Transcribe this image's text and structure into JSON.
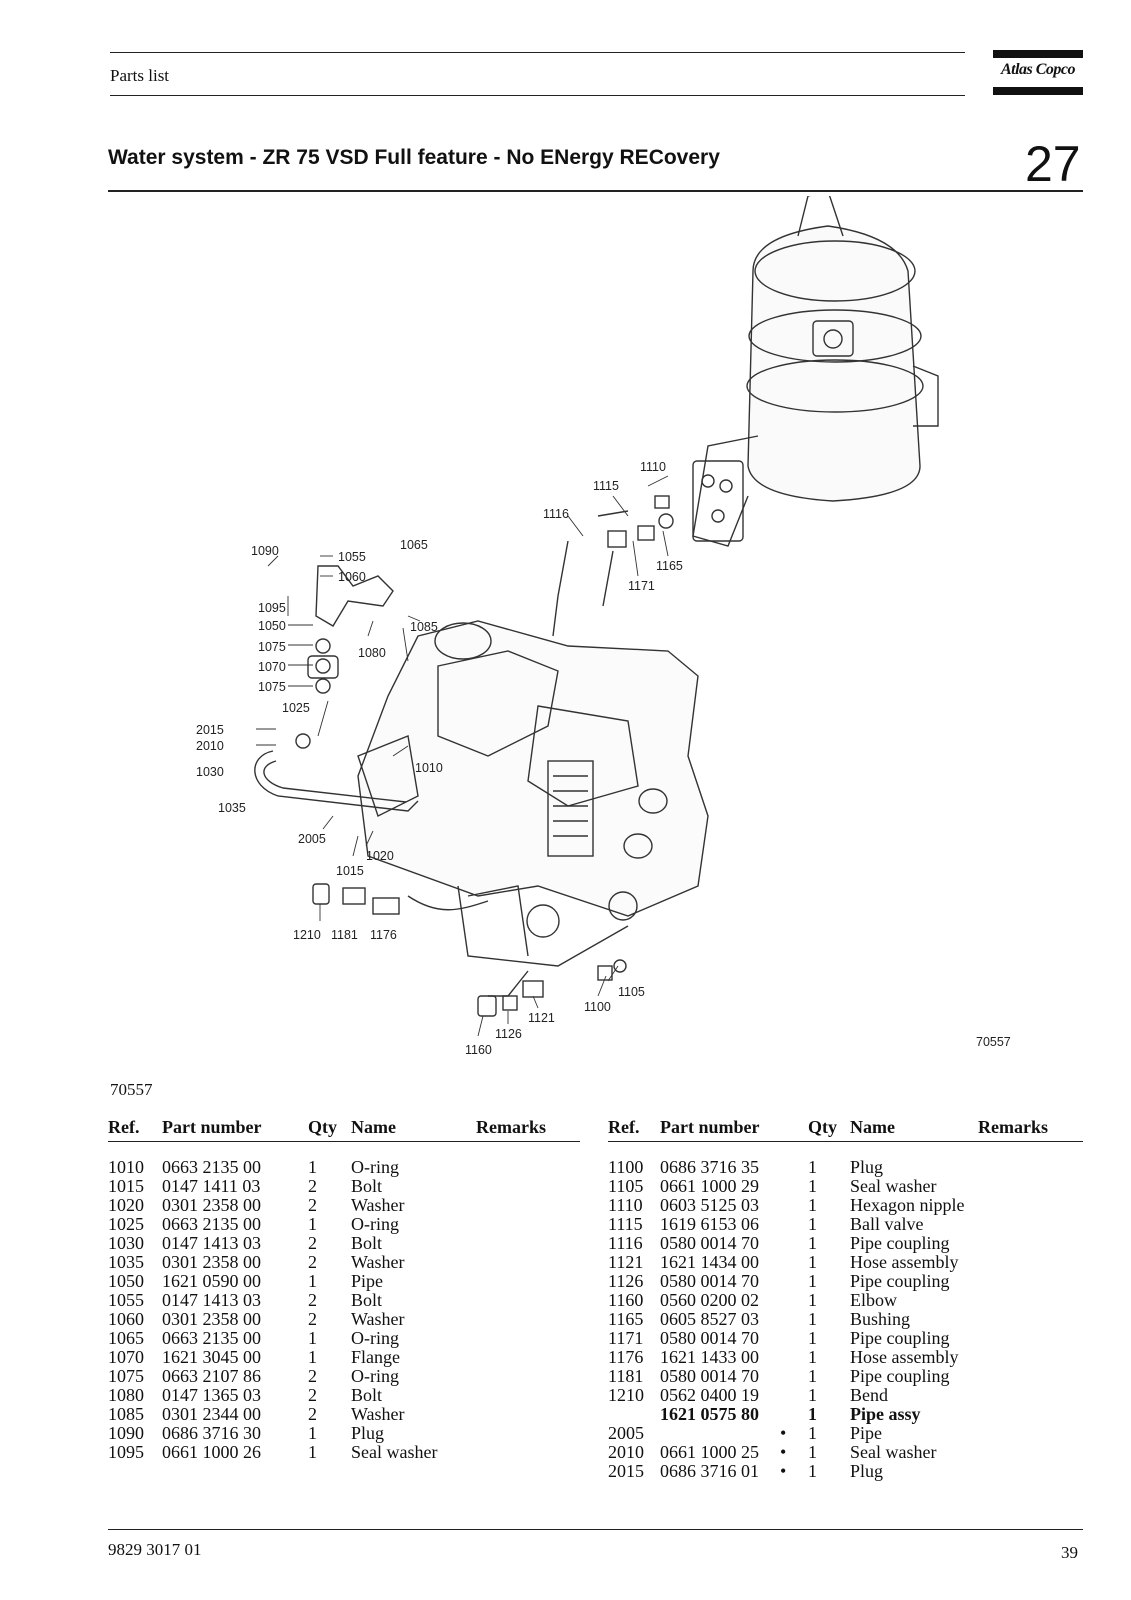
{
  "header": {
    "section_label": "Parts list",
    "logo_text": "Atlas Copco"
  },
  "title": {
    "text": "Water system - ZR 75 VSD Full feature - No ENergy RECovery",
    "section_number": "27"
  },
  "figure": {
    "id": "70557",
    "inset_id": "70557",
    "callouts": [
      "1110",
      "1115",
      "1116",
      "1165",
      "1171",
      "1090",
      "1055",
      "1065",
      "1060",
      "1095",
      "1050",
      "1085",
      "1075",
      "1080",
      "1070",
      "1075",
      "1025",
      "2015",
      "2010",
      "1030",
      "1010",
      "1035",
      "2005",
      "1020",
      "1015",
      "1210",
      "1181",
      "1176",
      "1105",
      "1100",
      "1121",
      "1126",
      "1160"
    ]
  },
  "table_left": {
    "columns": {
      "ref": "Ref.",
      "part": "Part number",
      "qty": "Qty",
      "name": "Name",
      "remarks": "Remarks"
    },
    "rows": [
      {
        "ref": "1010",
        "part": "0663 2135 00",
        "qty": "1",
        "name": "O-ring"
      },
      {
        "ref": "1015",
        "part": "0147 1411 03",
        "qty": "2",
        "name": "Bolt"
      },
      {
        "ref": "1020",
        "part": "0301 2358 00",
        "qty": "2",
        "name": "Washer"
      },
      {
        "ref": "1025",
        "part": "0663 2135 00",
        "qty": "1",
        "name": "O-ring"
      },
      {
        "ref": "1030",
        "part": "0147 1413 03",
        "qty": "2",
        "name": "Bolt"
      },
      {
        "ref": "1035",
        "part": "0301 2358 00",
        "qty": "2",
        "name": "Washer"
      },
      {
        "ref": "1050",
        "part": "1621 0590 00",
        "qty": "1",
        "name": "Pipe"
      },
      {
        "ref": "1055",
        "part": "0147 1413 03",
        "qty": "2",
        "name": "Bolt"
      },
      {
        "ref": "1060",
        "part": "0301 2358 00",
        "qty": "2",
        "name": "Washer"
      },
      {
        "ref": "1065",
        "part": "0663 2135 00",
        "qty": "1",
        "name": "O-ring"
      },
      {
        "ref": "1070",
        "part": "1621 3045 00",
        "qty": "1",
        "name": "Flange"
      },
      {
        "ref": "1075",
        "part": "0663 2107 86",
        "qty": "2",
        "name": "O-ring"
      },
      {
        "ref": "1080",
        "part": "0147 1365 03",
        "qty": "2",
        "name": "Bolt"
      },
      {
        "ref": "1085",
        "part": "0301 2344 00",
        "qty": "2",
        "name": "Washer"
      },
      {
        "ref": "1090",
        "part": "0686 3716 30",
        "qty": "1",
        "name": "Plug"
      },
      {
        "ref": "1095",
        "part": "0661 1000 26",
        "qty": "1",
        "name": "Seal washer"
      }
    ]
  },
  "table_right": {
    "columns": {
      "ref": "Ref.",
      "part": "Part number",
      "qty": "Qty",
      "name": "Name",
      "remarks": "Remarks"
    },
    "rows": [
      {
        "ref": "1100",
        "part": "0686 3716 35",
        "mark": "",
        "qty": "1",
        "name": "Plug"
      },
      {
        "ref": "1105",
        "part": "0661 1000 29",
        "mark": "",
        "qty": "1",
        "name": "Seal washer"
      },
      {
        "ref": "1110",
        "part": "0603 5125 03",
        "mark": "",
        "qty": "1",
        "name": "Hexagon nipple"
      },
      {
        "ref": "1115",
        "part": "1619 6153 06",
        "mark": "",
        "qty": "1",
        "name": "Ball valve"
      },
      {
        "ref": "1116",
        "part": "0580 0014 70",
        "mark": "",
        "qty": "1",
        "name": "Pipe coupling"
      },
      {
        "ref": "1121",
        "part": "1621 1434 00",
        "mark": "",
        "qty": "1",
        "name": "Hose assembly"
      },
      {
        "ref": "1126",
        "part": "0580 0014 70",
        "mark": "",
        "qty": "1",
        "name": "Pipe coupling"
      },
      {
        "ref": "1160",
        "part": "0560 0200 02",
        "mark": "",
        "qty": "1",
        "name": "Elbow"
      },
      {
        "ref": "1165",
        "part": "0605 8527 03",
        "mark": "",
        "qty": "1",
        "name": "Bushing"
      },
      {
        "ref": "1171",
        "part": "0580 0014 70",
        "mark": "",
        "qty": "1",
        "name": "Pipe coupling"
      },
      {
        "ref": "1176",
        "part": "1621 1433 00",
        "mark": "",
        "qty": "1",
        "name": "Hose assembly"
      },
      {
        "ref": "1181",
        "part": "0580 0014 70",
        "mark": "",
        "qty": "1",
        "name": "Pipe coupling"
      },
      {
        "ref": "1210",
        "part": "0562 0400 19",
        "mark": "",
        "qty": "1",
        "name": "Bend"
      },
      {
        "ref": "",
        "part": "1621 0575 80",
        "mark": "",
        "qty": "1",
        "name": "Pipe assy",
        "bold": true
      },
      {
        "ref": "2005",
        "part": "",
        "mark": "•",
        "qty": "1",
        "name": "Pipe"
      },
      {
        "ref": "2010",
        "part": "0661 1000 25",
        "mark": "•",
        "qty": "1",
        "name": "Seal washer"
      },
      {
        "ref": "2015",
        "part": "0686 3716 01",
        "mark": "•",
        "qty": "1",
        "name": "Plug"
      }
    ]
  },
  "footer": {
    "doc_number": "9829 3017 01",
    "page_number": "39"
  }
}
